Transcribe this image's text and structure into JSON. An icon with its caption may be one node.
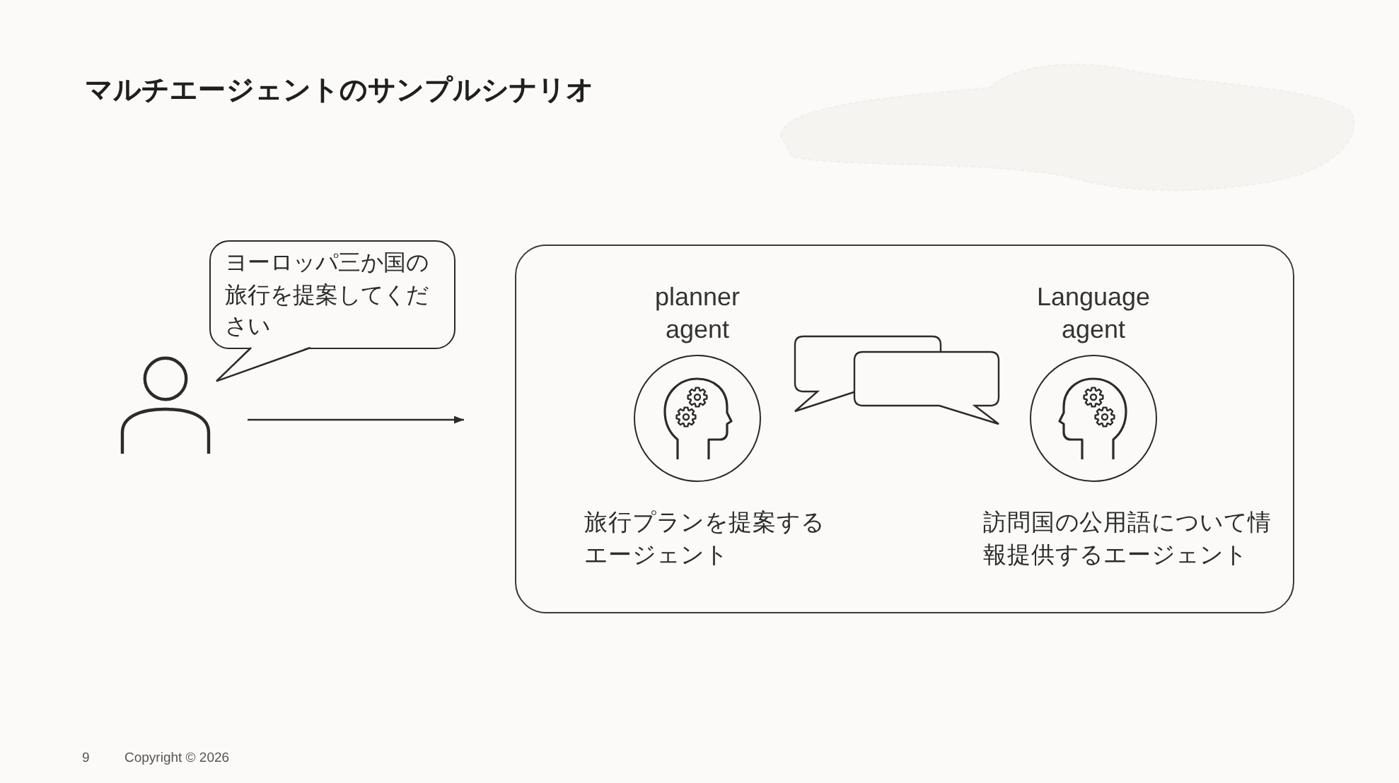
{
  "diagram": {
    "title": "マルチエージェントのサンプルシナリオ",
    "nodes": [
      {
        "text": [],
        "shape": "person"
      },
      {
        "text": [
          "ヨーロッパ三か国の旅行を提案してください"
        ]
      },
      {
        "text": [],
        "shape": "box"
      },
      {
        "text": [
          "planner agent"
        ],
        "beside": [
          "旅行プランを提案するエージェント"
        ],
        "in": 2
      },
      {
        "text": [
          "Language agent"
        ],
        "beside": [
          "訪問国の公用語について情報提供するエージェント"
        ],
        "in": 2
      }
    ],
    "edges": [
      {
        "from": 0,
        "to": 2,
        "arrow": "to"
      }
    ],
    "labels": [
      "9",
      "Copyright © 2026"
    ]
  }
}
